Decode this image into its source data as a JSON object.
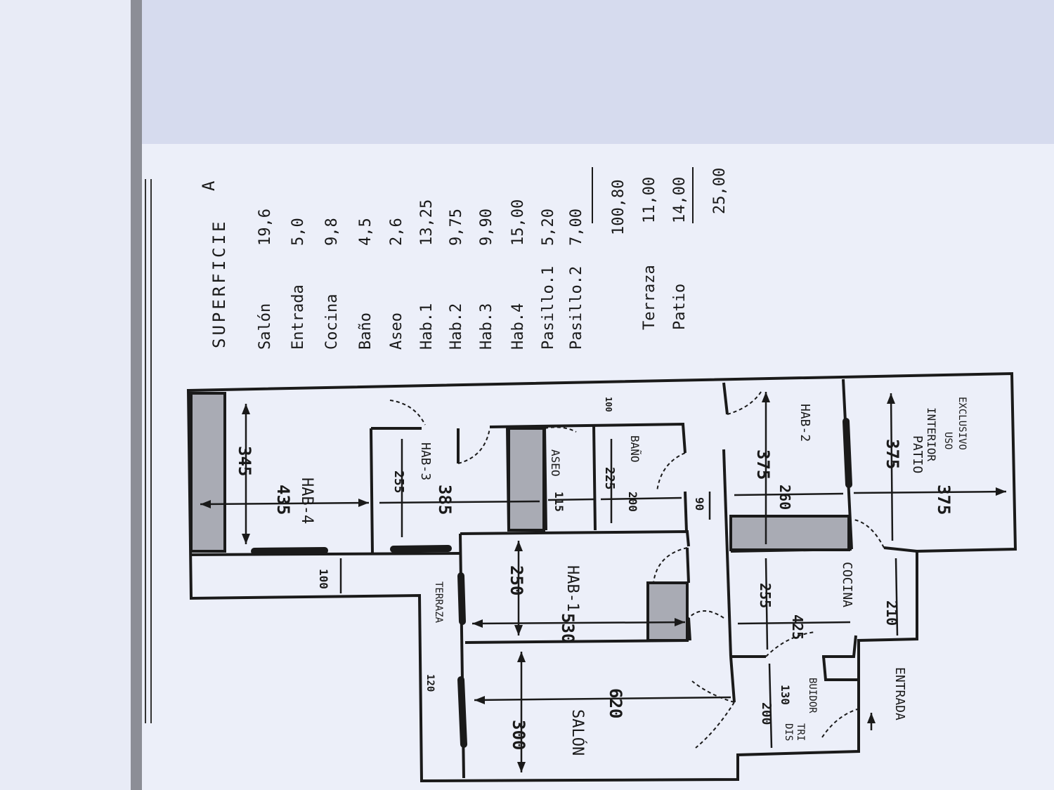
{
  "table": {
    "title": "SUPERFICIE",
    "title_extra": "A",
    "rows": [
      {
        "label": "Salón",
        "value": "19,6"
      },
      {
        "label": "Entrada",
        "value": "5,0"
      },
      {
        "label": "Cocina",
        "value": "9,8"
      },
      {
        "label": "Baño",
        "value": "4,5"
      },
      {
        "label": "Aseo",
        "value": "2,6"
      },
      {
        "label": "Hab.1",
        "value": "13,25"
      },
      {
        "label": "Hab.2",
        "value": "9,75"
      },
      {
        "label": "Hab.3",
        "value": "9,90"
      },
      {
        "label": "Hab.4",
        "value": "15,00"
      },
      {
        "label": "Pasillo.1",
        "value": "5,20"
      },
      {
        "label": "Pasillo.2",
        "value": "7,00"
      }
    ],
    "total": "100,80",
    "extra_rows": [
      {
        "label": "Terraza",
        "value": "11,00"
      },
      {
        "label": "Patio",
        "value": "14,00"
      }
    ],
    "extra_total": "25,00"
  },
  "plan": {
    "rooms": {
      "hab4": "HAB-4",
      "hab3": "HAB-3",
      "aseo": "ASEO",
      "bano": "BAÑO",
      "hab1": "HAB-1",
      "hab2": "HAB-2",
      "patio": "PATIO",
      "patio2": "INTERIOR",
      "patio3": "USO",
      "patio4": "EXCLUSIVO",
      "terraza": "TERRAZA",
      "salon": "SALÓN",
      "cocina": "COCINA",
      "entrada": "ENTRADA",
      "dis1": "DIS",
      "dis2": "TRI",
      "dis3": "BUIDOR"
    },
    "dims": {
      "d345": "345",
      "d435": "435",
      "d255a": "255",
      "d385": "385",
      "d115": "115",
      "d225": "225",
      "d200a": "200",
      "d100s": "100",
      "d90": "90",
      "d375a": "375",
      "d260": "260",
      "d375b": "375",
      "d375c": "375",
      "d100": "100",
      "d250": "250",
      "d530": "530",
      "d255b": "255",
      "d425": "425",
      "d210": "210",
      "d620": "620",
      "d300": "300",
      "d200b": "200",
      "d130": "130",
      "d120": "120"
    }
  }
}
